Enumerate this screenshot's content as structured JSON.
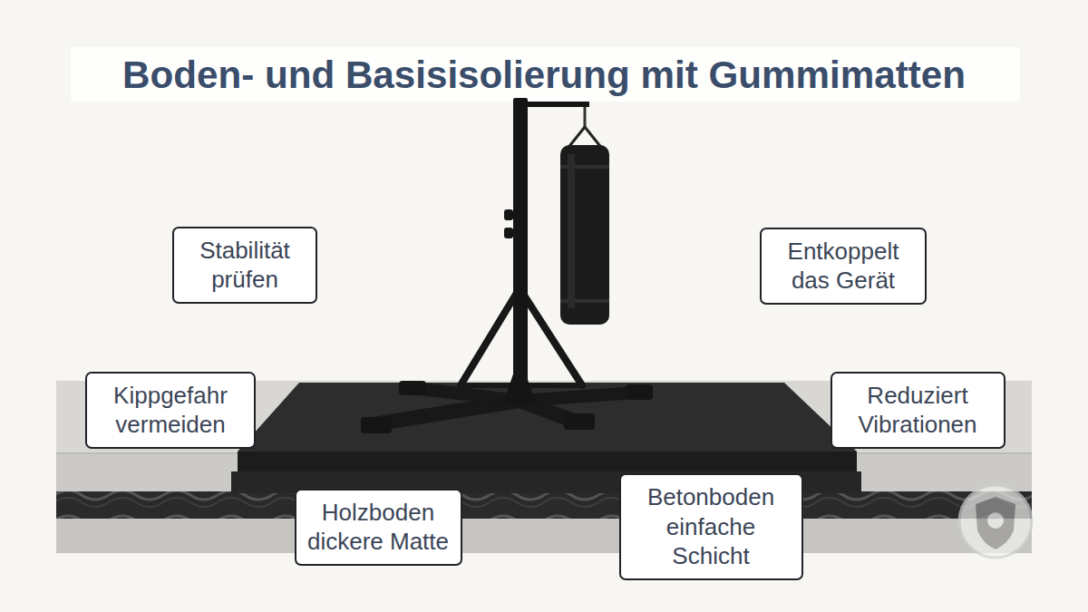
{
  "diagram": {
    "title": "Boden- und Basisisolierung mit Gummimatten",
    "nodes": [
      {
        "text": [
          "Stabilität prüfen"
        ]
      },
      {
        "text": [
          "Entkoppelt das Gerät"
        ]
      },
      {
        "text": [
          "Kippgefahr vermeiden"
        ]
      },
      {
        "text": [
          "Reduziert Vibrationen"
        ]
      },
      {
        "text": [
          "Holzboden dickere Matte"
        ]
      },
      {
        "text": [
          "Betonboden einfache Schicht"
        ]
      }
    ]
  }
}
